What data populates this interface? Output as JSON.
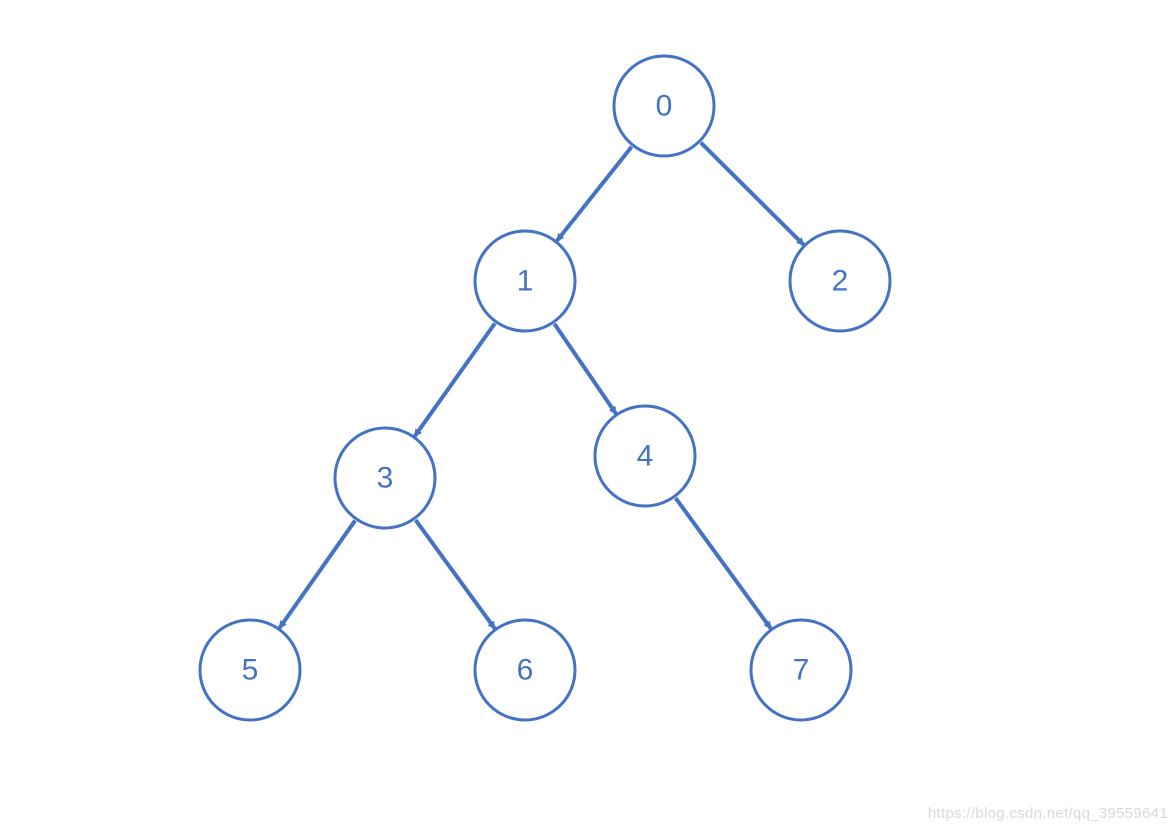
{
  "diagram": {
    "type": "binary-tree",
    "color": "#4472C4",
    "nodes": [
      {
        "id": "0",
        "label": "0"
      },
      {
        "id": "1",
        "label": "1"
      },
      {
        "id": "2",
        "label": "2"
      },
      {
        "id": "3",
        "label": "3"
      },
      {
        "id": "4",
        "label": "4"
      },
      {
        "id": "5",
        "label": "5"
      },
      {
        "id": "6",
        "label": "6"
      },
      {
        "id": "7",
        "label": "7"
      }
    ],
    "edges": [
      {
        "from": "0",
        "to": "1"
      },
      {
        "from": "0",
        "to": "2"
      },
      {
        "from": "1",
        "to": "3"
      },
      {
        "from": "1",
        "to": "4"
      },
      {
        "from": "3",
        "to": "5"
      },
      {
        "from": "3",
        "to": "6"
      },
      {
        "from": "4",
        "to": "7"
      }
    ]
  },
  "watermark": {
    "text": "https://blog.csdn.net/qq_39559641"
  }
}
